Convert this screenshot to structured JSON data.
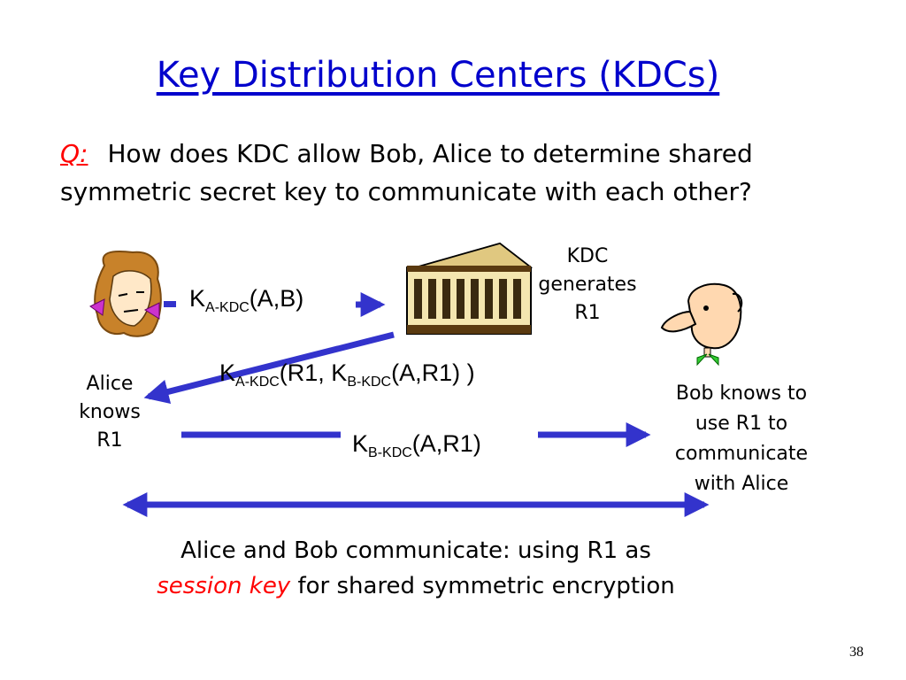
{
  "title": "Key Distribution Centers (KDCs)",
  "question": {
    "label": "Q:",
    "text": "How does KDC allow Bob, Alice to determine shared symmetric secret key to communicate with each other?"
  },
  "kdc_label": [
    "KDC",
    "generates",
    "R1"
  ],
  "alice_label": [
    "Alice",
    "knows",
    "R1"
  ],
  "bob_label": [
    "Bob knows to",
    "use  R1 to",
    "communicate",
    "with Alice"
  ],
  "messages": {
    "msg1": {
      "k": "K",
      "sub": "A-KDC",
      "rest": "(A,B)"
    },
    "msg2": {
      "k": "K",
      "sub": "A-KDC",
      "mid": "(R1, K",
      "sub2": "B-KDC",
      "rest": "(A,R1) )"
    },
    "msg3": {
      "k": "K",
      "sub": "B-KDC",
      "rest": "(A,R1)"
    }
  },
  "conclusion": {
    "line1": "Alice and Bob communicate: using R1 as",
    "red": "session key",
    "line2_rest": " for shared symmetric encryption"
  },
  "page_number": "38",
  "colors": {
    "title": "#0000cc",
    "arrow": "#3333cc",
    "accent": "#ff0000"
  },
  "icons": [
    "alice-icon",
    "kdc-building-icon",
    "bob-icon"
  ]
}
